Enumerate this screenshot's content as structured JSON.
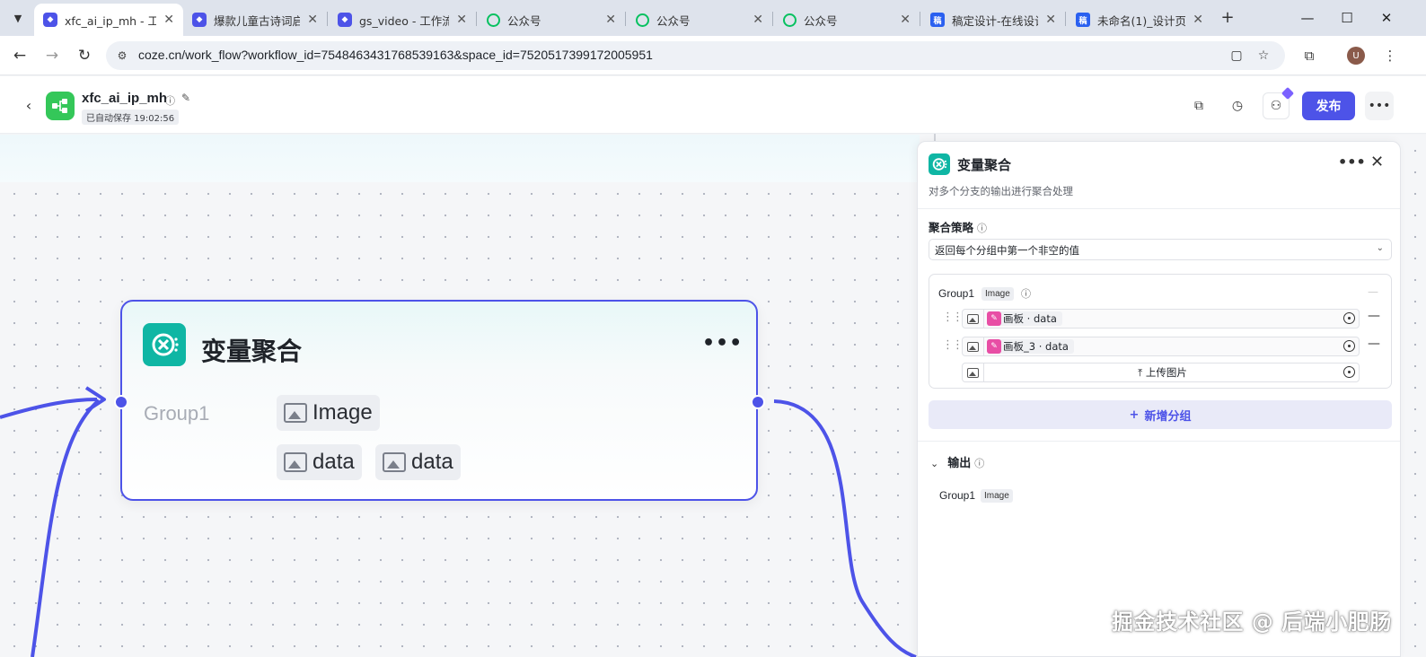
{
  "browser": {
    "tabs": [
      {
        "label": "xfc_ai_ip_mh - 工",
        "favicon": "coze-icon",
        "active": true
      },
      {
        "label": "爆款儿童古诗词启",
        "favicon": "coze-icon",
        "active": false
      },
      {
        "label": "gs_video - 工作流",
        "favicon": "coze-icon",
        "active": false
      },
      {
        "label": "公众号",
        "favicon": "wechat-icon",
        "active": false
      },
      {
        "label": "公众号",
        "favicon": "wechat-icon",
        "active": false
      },
      {
        "label": "公众号",
        "favicon": "wechat-icon",
        "active": false
      },
      {
        "label": "稿定设计-在线设计",
        "favicon": "gaoding-icon",
        "active": false
      },
      {
        "label": "未命名(1)_设计页",
        "favicon": "gaoding-icon",
        "active": false
      }
    ],
    "url": "coze.cn/work_flow?workflow_id=7548463431768539163&space_id=7520517399172005951",
    "profile_initial": "U"
  },
  "header": {
    "workflow_name": "xfc_ai_ip_mh",
    "autosave": "已自动保存 19:02:56",
    "publish_label": "发布"
  },
  "node": {
    "title": "变量聚合",
    "more": "•••",
    "group_name": "Group1",
    "group_type": "Image",
    "inputs": [
      "data",
      "data"
    ]
  },
  "panel": {
    "title": "变量聚合",
    "description": "对多个分支的输出进行聚合处理",
    "strategy_label": "聚合策略",
    "strategy_value": "返回每个分组中第一个非空的值",
    "group": {
      "name": "Group1",
      "type": "Image",
      "refs": [
        {
          "label": "画板 · data"
        },
        {
          "label": "画板_3 · data"
        }
      ],
      "upload_label": "上传图片"
    },
    "add_group_label": "新增分组",
    "output": {
      "label": "输出",
      "group_name": "Group1",
      "group_type": "Image"
    }
  },
  "watermark": "掘金技术社区 @ 后端小肥肠",
  "colors": {
    "accent": "#4d53e8",
    "node_icon": "#0fb6a4",
    "workflow_logo": "#34c759"
  }
}
